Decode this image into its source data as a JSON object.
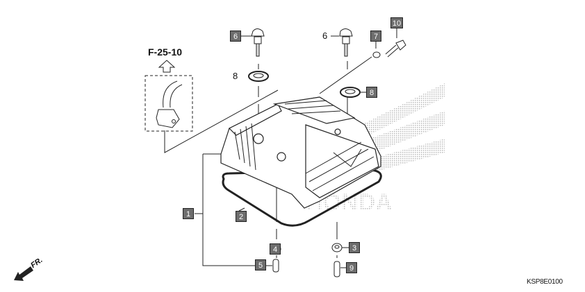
{
  "diagram": {
    "reference_label": "F-25-10",
    "diagram_code": "KSP8E0100",
    "front_label": "FR.",
    "watermark": "HONDA",
    "callouts": {
      "c1": "1",
      "c2": "2",
      "c3": "3",
      "c4": "4",
      "c5": "5",
      "c6a": "6",
      "c6b": "6",
      "c7": "7",
      "c8a": "8",
      "c8b": "8",
      "c9": "9",
      "c10": "10"
    }
  }
}
